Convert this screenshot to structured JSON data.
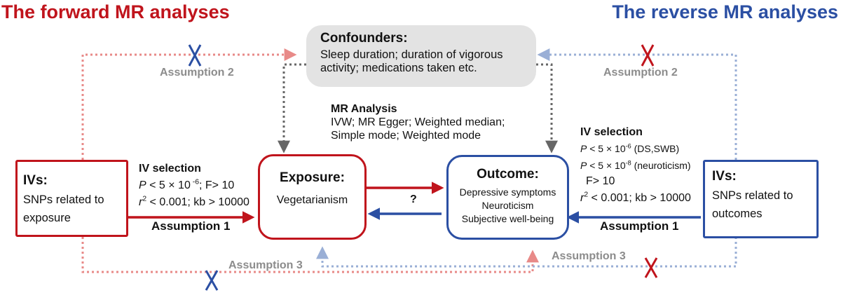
{
  "titles": {
    "forward": "The forward MR analyses",
    "reverse": "The reverse MR analyses"
  },
  "confounders": {
    "heading": "Confounders:",
    "line1": "Sleep duration; duration of vigorous",
    "line2": "activity; medications taken etc."
  },
  "mr_analysis": {
    "heading": "MR Analysis",
    "line1": "IVW; MR Egger; Weighted median;",
    "line2": "Simple mode; Weighted mode"
  },
  "left_ivs": {
    "heading": "IVs:",
    "line1": "SNPs related to",
    "line2": "exposure"
  },
  "right_ivs": {
    "heading": "IVs:",
    "line1": "SNPs related to",
    "line2": "outcomes"
  },
  "exposure": {
    "heading": "Exposure:",
    "value": "Vegetarianism"
  },
  "outcome": {
    "heading": "Outcome:",
    "items": [
      "Depressive symptoms",
      "Neuroticism",
      "Subjective well-being"
    ]
  },
  "left_selection": {
    "heading": "IV selection",
    "p_symbol": "P",
    "p_text": " < 5 × 10",
    "p_exp": " -6",
    "p_rest": "; F> 10",
    "r_symbol": "r",
    "r_exp": "2",
    "r_rest": " < 0.001; kb > 10000"
  },
  "right_selection": {
    "heading": "IV selection",
    "p1_symbol": "P",
    "p1_text": " < 5 × 10",
    "p1_exp": "-6",
    "p1_note": " (DS,SWB)",
    "p2_symbol": "P",
    "p2_text": " < 5 × 10",
    "p2_exp": "-8",
    "p2_note": " (neuroticism)",
    "f_text": "F> 10",
    "r_symbol": "r",
    "r_exp": "2",
    "r_rest": " < 0.001; kb > 10000"
  },
  "assumptions": {
    "left_a2": "Assumption 2",
    "right_a2": "Assumption 2",
    "left_a1": "Assumption 1",
    "right_a1": "Assumption 1",
    "left_a3": "Assumption 3",
    "right_a3": "Assumption 3"
  },
  "question_mark": "?",
  "colors": {
    "forward_red": "#C0141C",
    "reverse_blue": "#2B4FA3",
    "light_red": "#E88A88",
    "light_blue": "#9AAFD6",
    "dark_grey_dotted": "#666666",
    "confounder_fill": "#E3E3E3"
  },
  "icons": [
    "blocked-x-icon",
    "arrow-right-icon",
    "arrow-left-icon",
    "arrow-down-icon",
    "arrow-up-icon"
  ]
}
